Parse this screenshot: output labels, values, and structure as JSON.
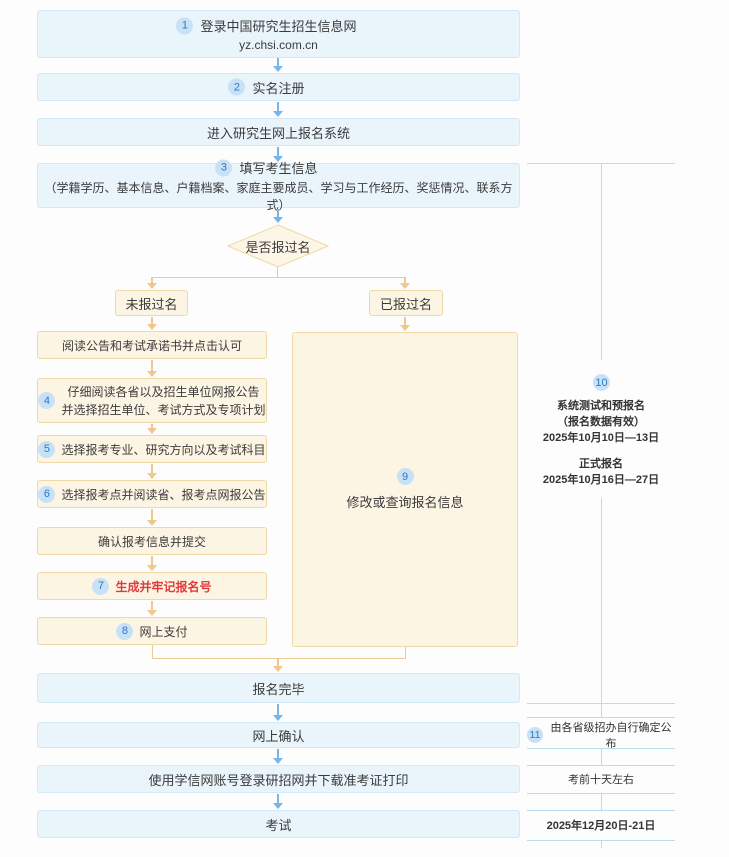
{
  "flow": {
    "step1": {
      "num": "1",
      "title": "登录中国研究生招生信息网",
      "subtitle": "yz.chsi.com.cn"
    },
    "step2": {
      "num": "2",
      "label": "实名注册"
    },
    "step3": {
      "label": "进入研究生网上报名系统"
    },
    "step4": {
      "num": "3",
      "title": "填写考生信息",
      "subtitle": "（学籍学历、基本信息、户籍档案、家庭主要成员、学习与工作经历、奖惩情况、联系方式）"
    },
    "decision": {
      "label": "是否报过名"
    },
    "branch_no": {
      "label": "未报过名"
    },
    "branch_yes": {
      "label": "已报过名"
    },
    "left": [
      {
        "label": "阅读公告和考试承诺书并点击认可"
      },
      {
        "num": "4",
        "line1": "仔细阅读各省以及招生单位网报公告",
        "line2": "并选择招生单位、考试方式及专项计划"
      },
      {
        "num": "5",
        "label": "选择报考专业、研究方向以及考试科目"
      },
      {
        "num": "6",
        "label": "选择报考点并阅读省、报考点网报公告"
      },
      {
        "label": "确认报考信息并提交"
      },
      {
        "num": "7",
        "label": "生成并牢记报名号"
      },
      {
        "num": "8",
        "label": "网上支付"
      }
    ],
    "right": {
      "num": "9",
      "label": "修改或查询报名信息"
    },
    "end": [
      {
        "label": "报名完毕"
      },
      {
        "label": "网上确认"
      },
      {
        "label": "使用学信网账号登录研招网并下载准考证打印"
      },
      {
        "label": "考试"
      }
    ]
  },
  "sidebar": {
    "note10": {
      "num": "10",
      "line1": "系统测试和预报名",
      "line2": "（报名数据有效）",
      "line3": "2025年10月10日—13日",
      "line4": "正式报名",
      "line5": "2025年10月16日—27日"
    },
    "note11": {
      "num": "11",
      "label": "由各省级招办自行确定公布"
    },
    "note12": {
      "label": "考前十天左右"
    },
    "note13": {
      "label": "2025年12月20日-21日"
    }
  },
  "colors": {
    "box_blue_fill": "#e9f4fb",
    "box_blue_border": "#d2eaf7",
    "box_cream_fill": "#fdf5e4",
    "box_cream_border": "#eed9a8",
    "arrow_blue": "#76b6e8",
    "arrow_orange": "#f0c78d",
    "badge_fill": "#c7e1f6",
    "badge_text": "#2e77c8",
    "highlight_red": "#e03b3b",
    "sidebar_line": "#b9dcf0"
  }
}
